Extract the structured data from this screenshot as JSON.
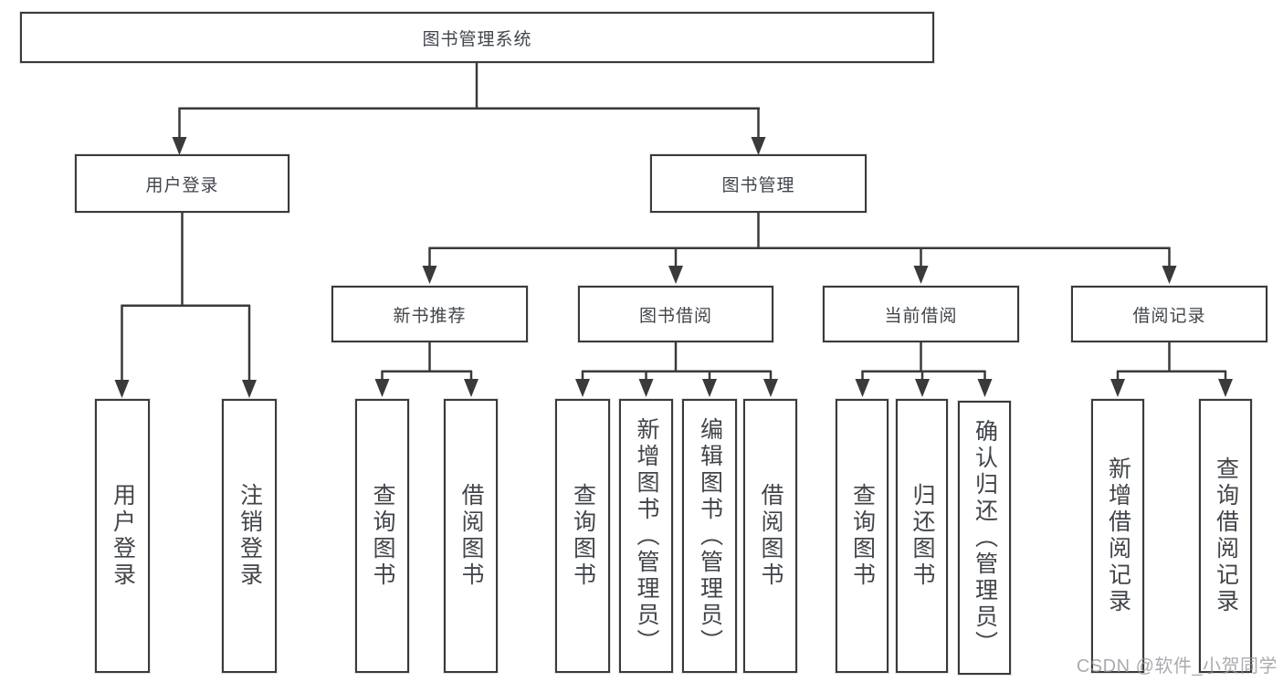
{
  "diagram": {
    "root": {
      "label": "图书管理系统",
      "children": [
        {
          "label": "用户登录",
          "children": [
            {
              "label": "用户登录"
            },
            {
              "label": "注销登录"
            }
          ]
        },
        {
          "label": "图书管理",
          "children": [
            {
              "label": "新书推荐",
              "children": [
                {
                  "label": "查询图书"
                },
                {
                  "label": "借阅图书"
                }
              ]
            },
            {
              "label": "图书借阅",
              "children": [
                {
                  "label": "查询图书"
                },
                {
                  "label": "新增图书（管理员）"
                },
                {
                  "label": "编辑图书（管理员）"
                },
                {
                  "label": "借阅图书"
                }
              ]
            },
            {
              "label": "当前借阅",
              "children": [
                {
                  "label": "查询图书"
                },
                {
                  "label": "归还图书"
                },
                {
                  "label": "确认归还（管理员）"
                }
              ]
            },
            {
              "label": "借阅记录",
              "children": [
                {
                  "label": "新增借阅记录"
                },
                {
                  "label": "查询借阅记录"
                }
              ]
            }
          ]
        }
      ]
    }
  },
  "colors": {
    "line": "#3a3a3a",
    "box_border": "#3a3a3a",
    "box_fill": "#ffffff",
    "text": "#41454a",
    "watermark": "#919498"
  },
  "watermark": {
    "text": "CSDN @软件_小贺同学"
  }
}
